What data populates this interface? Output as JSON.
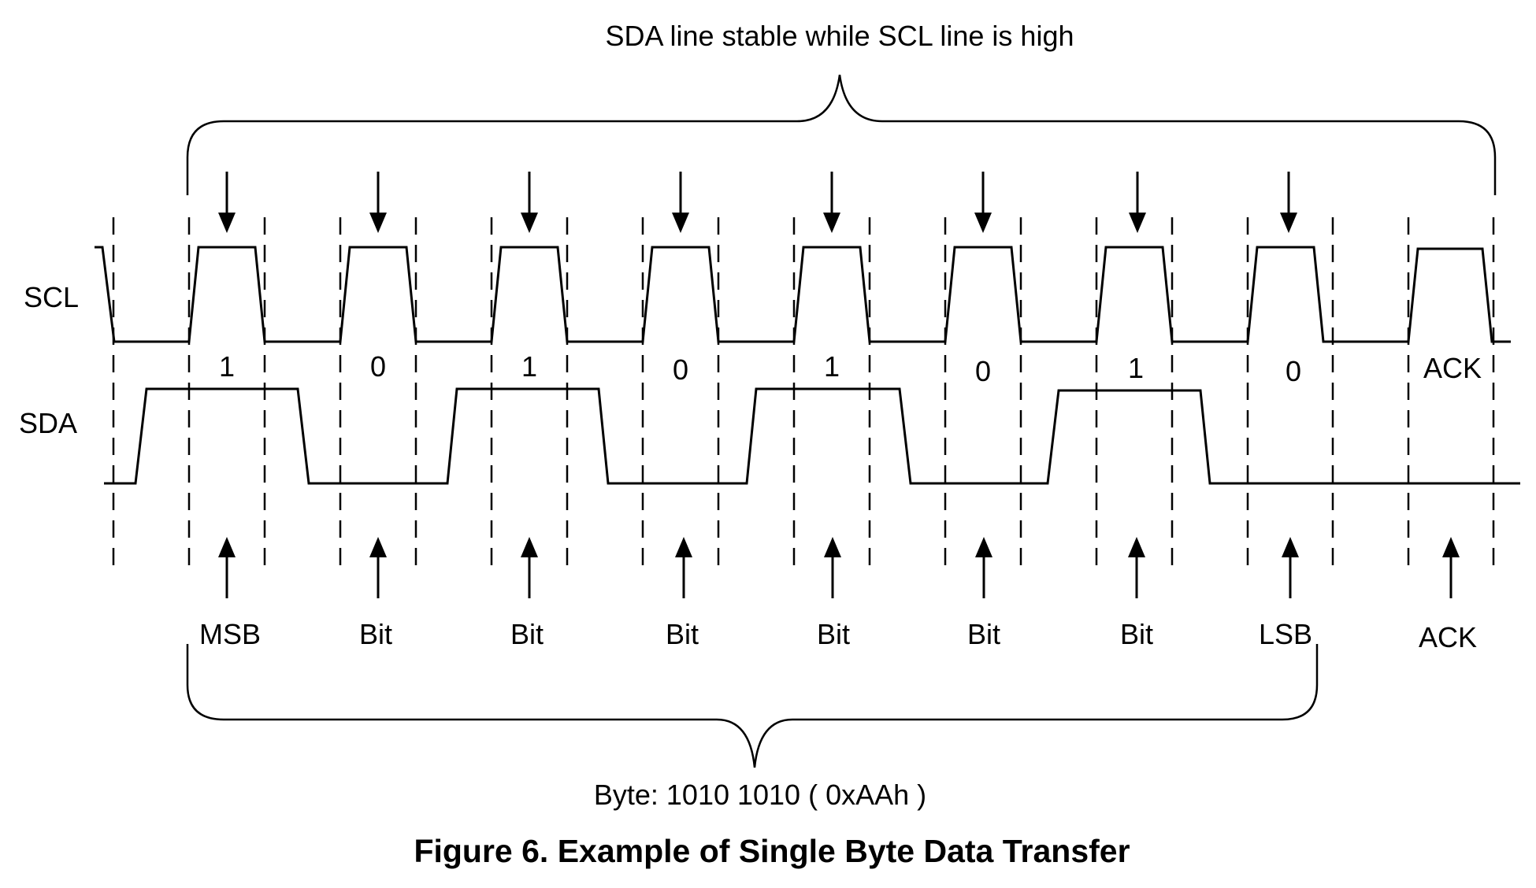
{
  "title": "SDA line stable while SCL line is high",
  "signals": {
    "scl": "SCL",
    "sda": "SDA"
  },
  "bits": [
    "1",
    "0",
    "1",
    "0",
    "1",
    "0",
    "1",
    "0",
    "ACK"
  ],
  "bottom_labels": [
    "MSB",
    "Bit",
    "Bit",
    "Bit",
    "Bit",
    "Bit",
    "Bit",
    "LSB",
    "ACK"
  ],
  "byte_label": "Byte: 1010 1010 ( 0xAAh )",
  "caption": "Figure 6. Example of Single Byte Data Transfer",
  "colors": {
    "ink": "#000000",
    "background": "#ffffff"
  }
}
